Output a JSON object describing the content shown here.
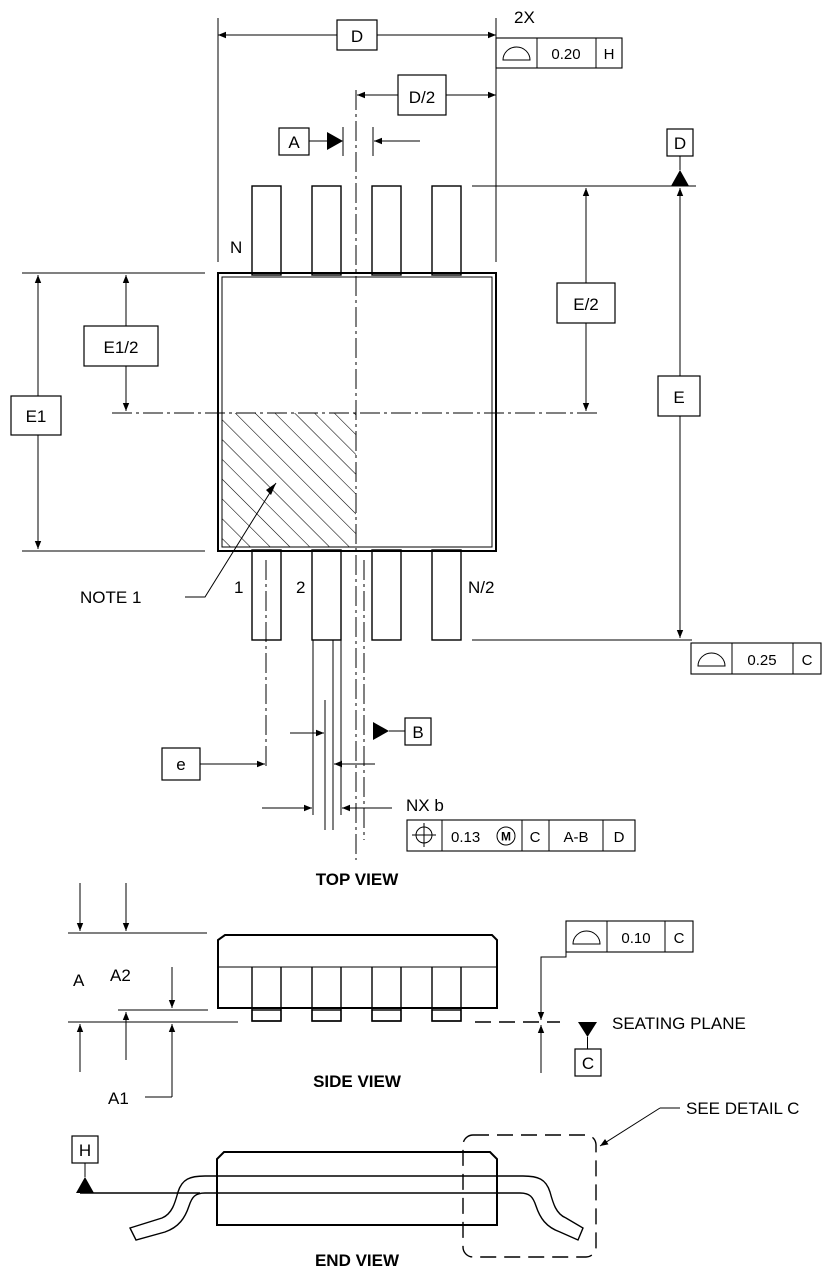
{
  "labels": {
    "dim_D": "D",
    "dim_D_half": "D/2",
    "dim_E": "E",
    "dim_E_half": "E/2",
    "dim_E1": "E1",
    "dim_E1_half": "E1/2",
    "dim_e": "e",
    "dim_A": "A",
    "dim_A1": "A1",
    "dim_A2": "A2",
    "nx_b": "NX b",
    "count_2x": "2X",
    "pin_N": "N",
    "pin_1": "1",
    "pin_2": "2",
    "pin_N2": "N/2",
    "note_1": "NOTE  1",
    "datum_A": "A",
    "datum_B": "B",
    "datum_C": "C",
    "datum_D": "D",
    "datum_H": "H",
    "seating_plane": "SEATING PLANE",
    "see_detail": "SEE DETAIL C"
  },
  "views": {
    "top": "TOP VIEW",
    "side": "SIDE VIEW",
    "end": "END VIEW"
  },
  "fcf": {
    "top_profile": {
      "value": "0.20",
      "datum": "H"
    },
    "right_profile": {
      "value": "0.25",
      "datum": "C"
    },
    "position": {
      "value": "0.13",
      "modifier": "M",
      "datums": [
        "C",
        "A-B",
        "D"
      ]
    },
    "side_profile": {
      "value": "0.10",
      "datum": "C"
    }
  },
  "icons": [
    "profile-surface-icon",
    "position-icon",
    "datum-triangle-icon",
    "arrow-icon"
  ]
}
